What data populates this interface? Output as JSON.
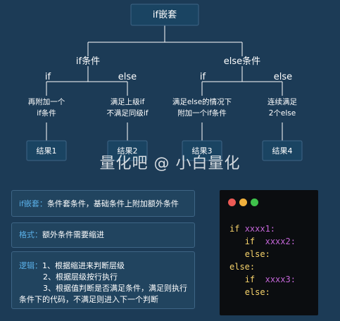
{
  "tree": {
    "root": "if嵌套",
    "branches": [
      {
        "label": "if条件",
        "left_edge": "if",
        "right_edge": "else",
        "children": [
          {
            "lines": [
              "再附加一个",
              "if条件"
            ],
            "result": "结果1"
          },
          {
            "lines": [
              "满足上级if",
              "不满足同级if"
            ],
            "result": "结果2"
          }
        ]
      },
      {
        "label": "else条件",
        "left_edge": "if",
        "right_edge": "else",
        "children": [
          {
            "lines": [
              "满足else的情况下",
              "附加一个if条件"
            ],
            "result": "结果3"
          },
          {
            "lines": [
              "连续满足",
              "2个else"
            ],
            "result": "结果4"
          }
        ]
      }
    ]
  },
  "watermark": "量化吧 @ 小白量化",
  "info": {
    "nesting_label": "if嵌套：",
    "nesting_text": "条件套条件，基础条件上附加额外条件",
    "format_label": "格式：",
    "format_text": "额外条件需要缩进",
    "logic_label": "逻辑：",
    "logic_lines": [
      "1、根据缩进来判断层级",
      "2、根据层级按行执行",
      "3、根据值判断是否满足条件，满足则执行",
      "条件下的代码，不满足则进入下一个判断"
    ]
  },
  "code": {
    "lines": [
      {
        "kw": "if",
        "var": "xxxx1:"
      },
      {
        "kw": "if",
        "var": "xxxx2:"
      },
      {
        "kw": "else:",
        "var": ""
      },
      {
        "kw": "else:",
        "var": ""
      },
      {
        "kw": "if",
        "var": "xxxx3:"
      },
      {
        "kw": "else:",
        "var": ""
      }
    ],
    "dot_colors": [
      "#ec5a55",
      "#f1b03c",
      "#3fc24b"
    ],
    "keyword_color": "#f7d36b",
    "var_color": "#c466d8"
  },
  "colors": {
    "background": "#1c3b56",
    "box_fill": "#1a4462",
    "box_border": "#3e6585",
    "line": "#ffffff",
    "highlight": "#5ab0e8"
  }
}
